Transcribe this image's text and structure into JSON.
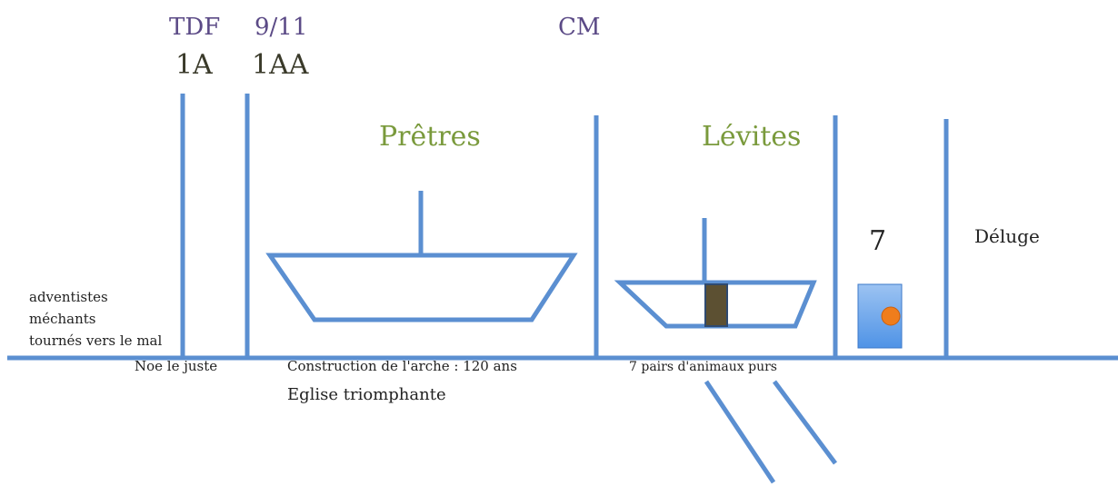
{
  "top_labels": {
    "tdf": "TDF",
    "date_911": "9/11",
    "cm": "CM",
    "one_a": "1A",
    "one_aa": "1AA"
  },
  "section_labels": {
    "pretres": "Prêtres",
    "levites": "Lévites",
    "seven": "7",
    "deluge": "Déluge"
  },
  "left_labels": [
    "adventistes",
    "méchants",
    "tournés vers le mal"
  ],
  "bottom_labels": {
    "noe": "Noe le juste",
    "construction": "Construction de l'arche : 120 ans",
    "eglise": "Eglise triomphante",
    "animaux": "7 pairs d'animaux purs"
  },
  "colors": {
    "line": "#5b8fd1",
    "purple_text": "#5b4a86",
    "green_text": "#7a9a3c",
    "door": "#5c5032",
    "box_top": "#9cc3f2",
    "box_bottom": "#4f93e6",
    "dot": "#ef7d1c"
  }
}
